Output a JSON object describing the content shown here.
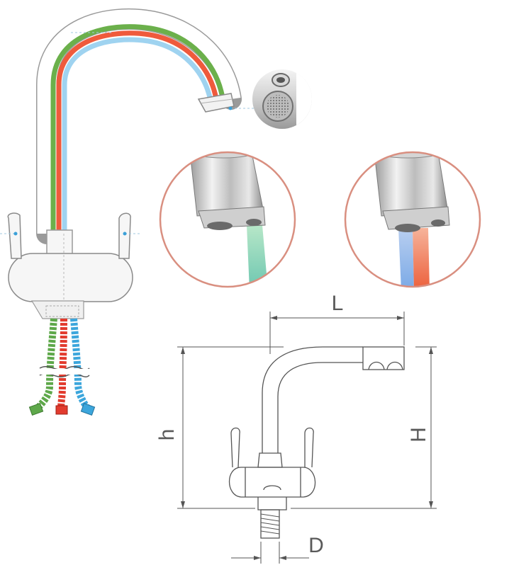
{
  "dimensions": {
    "length_label": "L",
    "outlet_height_label": "h",
    "total_height_label": "H",
    "connector_diameter_label": "D"
  },
  "circles": {
    "left": {
      "stream": "filtered",
      "stream_color": "#78cfae",
      "ring_color": "#d98f80"
    },
    "right": {
      "stream": "cold-hot",
      "stream_colors": [
        "#8fb6e8",
        "#ef7552"
      ],
      "ring_color": "#d98f80"
    }
  },
  "hoses": {
    "filtered": "#5ea84a",
    "hot": "#e23b2e",
    "cold": "#3ca6dc"
  },
  "pipes": {
    "filtered": "#6bb04b",
    "hot": "#ef5a3c",
    "cold": "#9fd3f0"
  }
}
